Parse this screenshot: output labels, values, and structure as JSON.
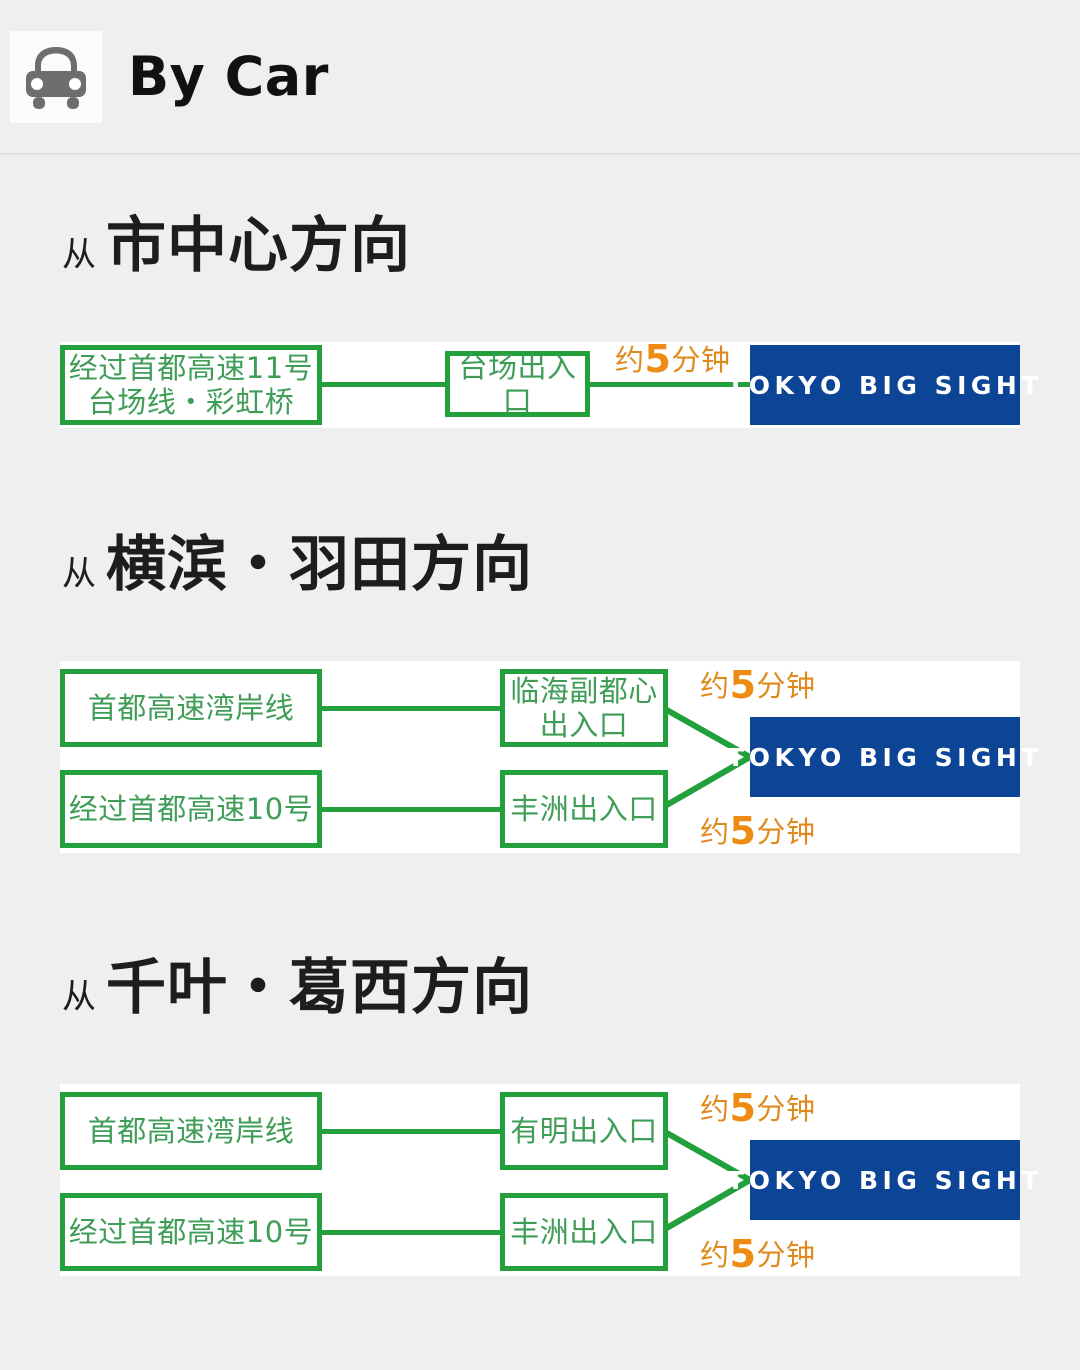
{
  "header": {
    "icon": "car-front-icon",
    "title": "By Car"
  },
  "brand": {
    "logo_text": "TOKYO BIG SIGHT",
    "logo_bg": "#0d4596",
    "green": "#22a03c",
    "orange": "#ee8b12"
  },
  "sections": [
    {
      "id": "section-1",
      "from_label": "从",
      "title": "市中心方向",
      "routes": [
        {
          "origin": "经过首都高速11号\n台场线・彩虹桥",
          "origin_line1": "经过首都高速11号",
          "origin_line2": "台场线・彩虹桥",
          "exit": "台场出入口",
          "duration_prefix": "约",
          "duration_number": "5",
          "duration_suffix": "分钟"
        }
      ]
    },
    {
      "id": "section-2",
      "from_label": "从",
      "title": "横滨・羽田方向",
      "routes": [
        {
          "origin_line1": "首都高速湾岸线",
          "origin_line2": "",
          "exit_line1": "临海副都心",
          "exit_line2": "出入口",
          "duration_prefix": "约",
          "duration_number": "5",
          "duration_suffix": "分钟"
        },
        {
          "origin_line1": "经过首都高速10号",
          "origin_line2": "",
          "exit_line1": "丰洲出入口",
          "exit_line2": "",
          "duration_prefix": "约",
          "duration_number": "5",
          "duration_suffix": "分钟"
        }
      ]
    },
    {
      "id": "section-3",
      "from_label": "从",
      "title": "千叶・葛西方向",
      "routes": [
        {
          "origin_line1": "首都高速湾岸线",
          "origin_line2": "",
          "exit_line1": "有明出入口",
          "exit_line2": "",
          "duration_prefix": "约",
          "duration_number": "5",
          "duration_suffix": "分钟"
        },
        {
          "origin_line1": "经过首都高速10号",
          "origin_line2": "",
          "exit_line1": "丰洲出入口",
          "exit_line2": "",
          "duration_prefix": "约",
          "duration_number": "5",
          "duration_suffix": "分钟"
        }
      ]
    }
  ]
}
